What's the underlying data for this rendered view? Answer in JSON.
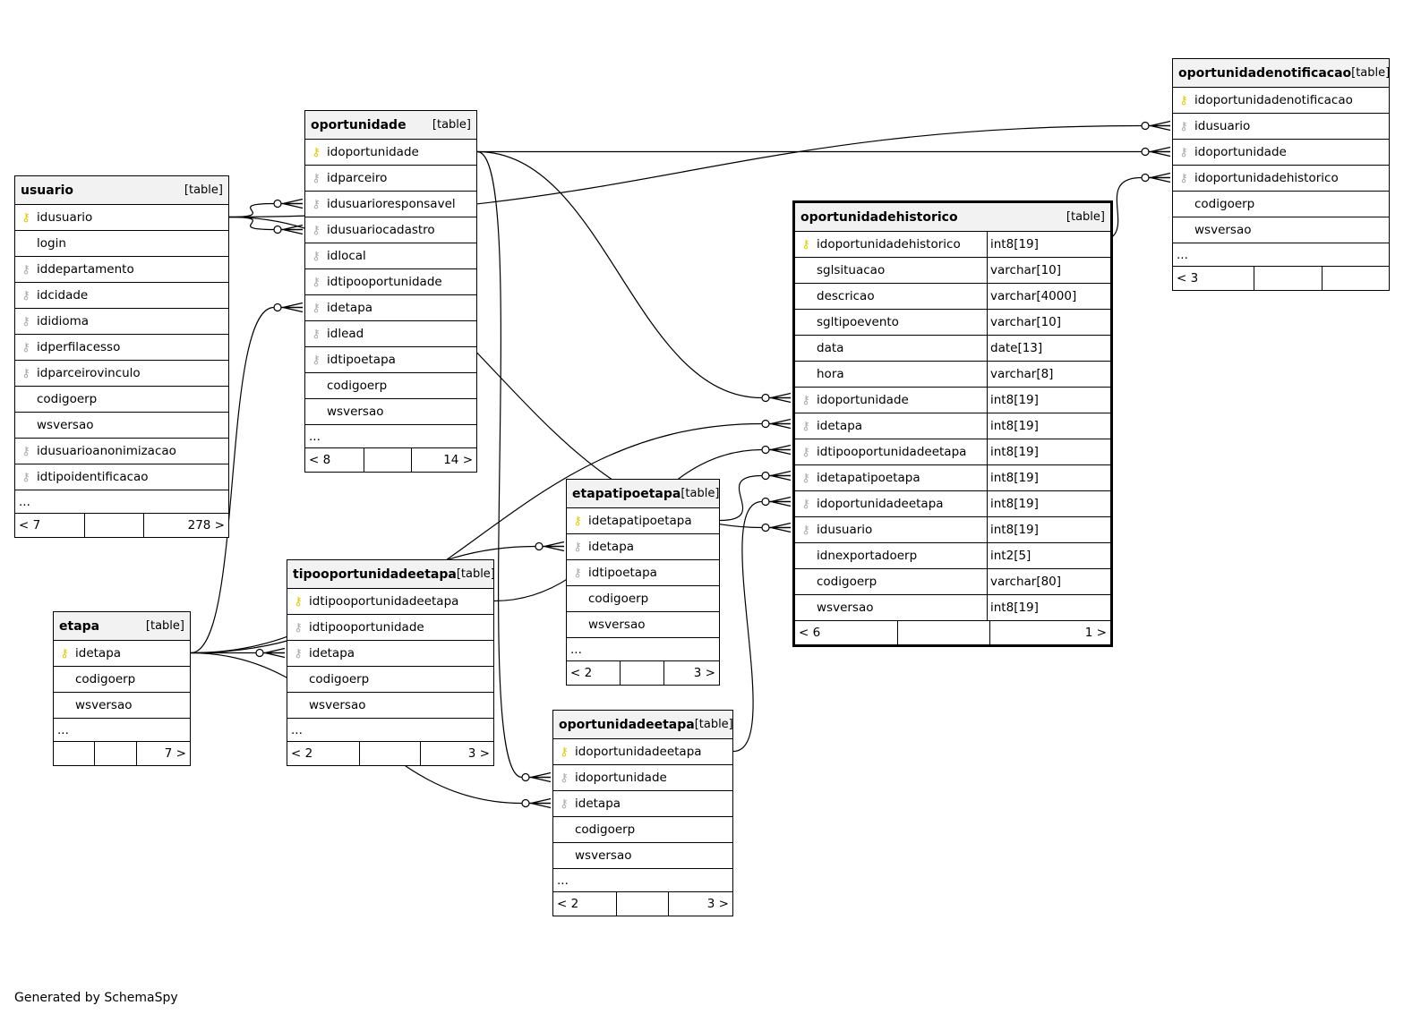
{
  "tables": {
    "usuario": {
      "name": "usuario",
      "kind": "[table]",
      "columns": [
        {
          "name": "idusuario",
          "key": "pk"
        },
        {
          "name": "login",
          "key": ""
        },
        {
          "name": "iddepartamento",
          "key": "fk"
        },
        {
          "name": "idcidade",
          "key": "fk"
        },
        {
          "name": "ididioma",
          "key": "fk"
        },
        {
          "name": "idperfilacesso",
          "key": "fk"
        },
        {
          "name": "idparceirovinculo",
          "key": "fk"
        },
        {
          "name": "codigoerp",
          "key": ""
        },
        {
          "name": "wsversao",
          "key": ""
        },
        {
          "name": "idusuarioanonimizacao",
          "key": "fk"
        },
        {
          "name": "idtipoidentificacao",
          "key": "fk"
        }
      ],
      "ellipsis": "...",
      "parents": "< 7",
      "children": "278 >"
    },
    "oportunidade": {
      "name": "oportunidade",
      "kind": "[table]",
      "columns": [
        {
          "name": "idoportunidade",
          "key": "pk"
        },
        {
          "name": "idparceiro",
          "key": "fk"
        },
        {
          "name": "idusuarioresponsavel",
          "key": "fk"
        },
        {
          "name": "idusuariocadastro",
          "key": "fk"
        },
        {
          "name": "idlocal",
          "key": "fk"
        },
        {
          "name": "idtipooportunidade",
          "key": "fk"
        },
        {
          "name": "idetapa",
          "key": "fk"
        },
        {
          "name": "idlead",
          "key": "fk"
        },
        {
          "name": "idtipoetapa",
          "key": "fk"
        },
        {
          "name": "codigoerp",
          "key": ""
        },
        {
          "name": "wsversao",
          "key": ""
        }
      ],
      "ellipsis": "...",
      "parents": "< 8",
      "children": "14 >"
    },
    "oportunidadenotificacao": {
      "name": "oportunidadenotificacao",
      "kind": "[table]",
      "columns": [
        {
          "name": "idoportunidadenotificacao",
          "key": "pk"
        },
        {
          "name": "idusuario",
          "key": "fk"
        },
        {
          "name": "idoportunidade",
          "key": "fk"
        },
        {
          "name": "idoportunidadehistorico",
          "key": "fk"
        },
        {
          "name": "codigoerp",
          "key": ""
        },
        {
          "name": "wsversao",
          "key": ""
        }
      ],
      "ellipsis": "...",
      "parents": "< 3",
      "children": ""
    },
    "oportunidadehistorico": {
      "name": "oportunidadehistorico",
      "kind": "[table]",
      "columns": [
        {
          "name": "idoportunidadehistorico",
          "key": "pk",
          "type": "int8[19]"
        },
        {
          "name": "sglsituacao",
          "key": "",
          "type": "varchar[10]"
        },
        {
          "name": "descricao",
          "key": "",
          "type": "varchar[4000]"
        },
        {
          "name": "sgltipoevento",
          "key": "",
          "type": "varchar[10]"
        },
        {
          "name": "data",
          "key": "",
          "type": "date[13]"
        },
        {
          "name": "hora",
          "key": "",
          "type": "varchar[8]"
        },
        {
          "name": "idoportunidade",
          "key": "fk",
          "type": "int8[19]"
        },
        {
          "name": "idetapa",
          "key": "fk",
          "type": "int8[19]"
        },
        {
          "name": "idtipooportunidadeetapa",
          "key": "fk",
          "type": "int8[19]"
        },
        {
          "name": "idetapatipoetapa",
          "key": "fk",
          "type": "int8[19]"
        },
        {
          "name": "idoportunidadeetapa",
          "key": "fk",
          "type": "int8[19]"
        },
        {
          "name": "idusuario",
          "key": "fk",
          "type": "int8[19]"
        },
        {
          "name": "idnexportadoerp",
          "key": "",
          "type": "int2[5]"
        },
        {
          "name": "codigoerp",
          "key": "",
          "type": "varchar[80]"
        },
        {
          "name": "wsversao",
          "key": "",
          "type": "int8[19]"
        }
      ],
      "parents": "< 6",
      "children": "1 >"
    },
    "etapatipoetapa": {
      "name": "etapatipoetapa",
      "kind": "[table]",
      "columns": [
        {
          "name": "idetapatipoetapa",
          "key": "pk"
        },
        {
          "name": "idetapa",
          "key": "fk"
        },
        {
          "name": "idtipoetapa",
          "key": "fk"
        },
        {
          "name": "codigoerp",
          "key": ""
        },
        {
          "name": "wsversao",
          "key": ""
        }
      ],
      "ellipsis": "...",
      "parents": "< 2",
      "children": "3 >"
    },
    "tipooportunidadeetapa": {
      "name": "tipooportunidadeetapa",
      "kind": "[table]",
      "columns": [
        {
          "name": "idtipooportunidadeetapa",
          "key": "pk"
        },
        {
          "name": "idtipooportunidade",
          "key": "fk"
        },
        {
          "name": "idetapa",
          "key": "fk"
        },
        {
          "name": "codigoerp",
          "key": ""
        },
        {
          "name": "wsversao",
          "key": ""
        }
      ],
      "ellipsis": "...",
      "parents": "< 2",
      "children": "3 >"
    },
    "etapa": {
      "name": "etapa",
      "kind": "[table]",
      "columns": [
        {
          "name": "idetapa",
          "key": "pk"
        },
        {
          "name": "codigoerp",
          "key": ""
        },
        {
          "name": "wsversao",
          "key": ""
        }
      ],
      "ellipsis": "...",
      "parents": "",
      "children": "7 >"
    },
    "oportunidadeetapa": {
      "name": "oportunidadeetapa",
      "kind": "[table]",
      "columns": [
        {
          "name": "idoportunidadeetapa",
          "key": "pk"
        },
        {
          "name": "idoportunidade",
          "key": "fk"
        },
        {
          "name": "idetapa",
          "key": "fk"
        },
        {
          "name": "codigoerp",
          "key": ""
        },
        {
          "name": "wsversao",
          "key": ""
        }
      ],
      "ellipsis": "...",
      "parents": "< 2",
      "children": "3 >"
    }
  },
  "relationships": [
    {
      "from": "oportunidade.idusuarioresponsavel",
      "to": "usuario.idusuario"
    },
    {
      "from": "oportunidade.idusuariocadastro",
      "to": "usuario.idusuario"
    },
    {
      "from": "oportunidade.idetapa",
      "to": "etapa.idetapa"
    },
    {
      "from": "oportunidadenotificacao.idusuario",
      "to": "usuario.idusuario"
    },
    {
      "from": "oportunidadenotificacao.idoportunidade",
      "to": "oportunidade.idoportunidade"
    },
    {
      "from": "oportunidadenotificacao.idoportunidadehistorico",
      "to": "oportunidadehistorico.idoportunidadehistorico"
    },
    {
      "from": "oportunidadehistorico.idoportunidade",
      "to": "oportunidade.idoportunidade"
    },
    {
      "from": "oportunidadehistorico.idetapa",
      "to": "etapa.idetapa"
    },
    {
      "from": "oportunidadehistorico.idtipooportunidadeetapa",
      "to": "tipooportunidadeetapa.idtipooportunidadeetapa"
    },
    {
      "from": "oportunidadehistorico.idetapatipoetapa",
      "to": "etapatipoetapa.idetapatipoetapa"
    },
    {
      "from": "oportunidadehistorico.idoportunidadeetapa",
      "to": "oportunidadeetapa.idoportunidadeetapa"
    },
    {
      "from": "oportunidadehistorico.idusuario",
      "to": "usuario.idusuario"
    },
    {
      "from": "etapatipoetapa.idetapa",
      "to": "etapa.idetapa"
    },
    {
      "from": "tipooportunidadeetapa.idetapa",
      "to": "etapa.idetapa"
    },
    {
      "from": "oportunidadeetapa.idoportunidade",
      "to": "oportunidade.idoportunidade"
    },
    {
      "from": "oportunidadeetapa.idetapa",
      "to": "etapa.idetapa"
    }
  ],
  "footer": "Generated by SchemaSpy"
}
